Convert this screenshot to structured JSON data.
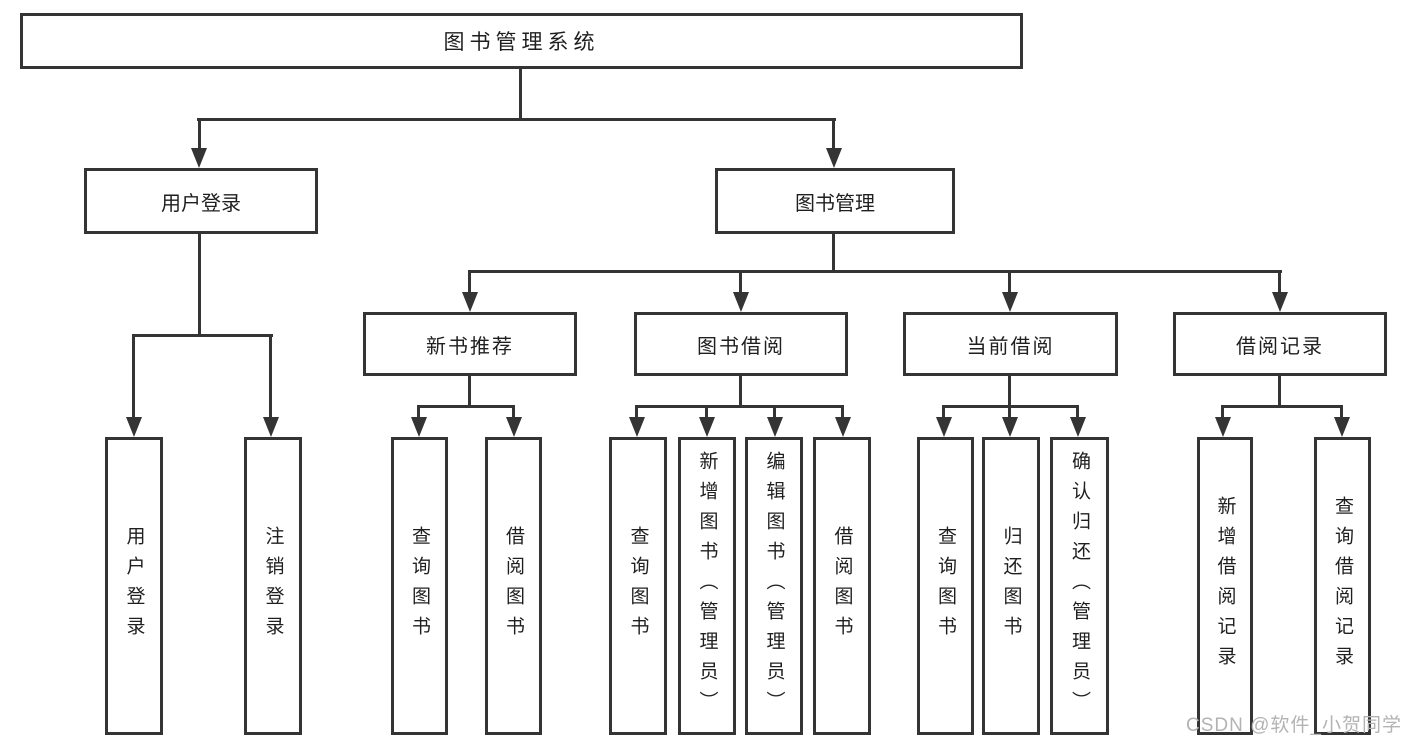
{
  "colors": {
    "line": "#343434",
    "text": "#1f1f1f",
    "background": "#ffffff",
    "watermark": "#b3b3b3"
  },
  "watermark": {
    "text": "CSDN @软件_小贺同学"
  },
  "tree": {
    "root": {
      "label": "图书管理系统",
      "children": [
        {
          "label": "用户登录",
          "children": [
            {
              "label": "用户登录"
            },
            {
              "label": "注销登录"
            }
          ]
        },
        {
          "label": "图书管理",
          "children": [
            {
              "label": "新书推荐",
              "children": [
                {
                  "label": "查询图书"
                },
                {
                  "label": "借阅图书"
                }
              ]
            },
            {
              "label": "图书借阅",
              "children": [
                {
                  "label": "查询图书"
                },
                {
                  "label": "新增图书（管理员）"
                },
                {
                  "label": "编辑图书（管理员）"
                },
                {
                  "label": "借阅图书"
                }
              ]
            },
            {
              "label": "当前借阅",
              "children": [
                {
                  "label": "查询图书"
                },
                {
                  "label": "归还图书"
                },
                {
                  "label": "确认归还（管理员）"
                }
              ]
            },
            {
              "label": "借阅记录",
              "children": [
                {
                  "label": "新增借阅记录"
                },
                {
                  "label": "查询借阅记录"
                }
              ]
            }
          ]
        }
      ]
    }
  }
}
